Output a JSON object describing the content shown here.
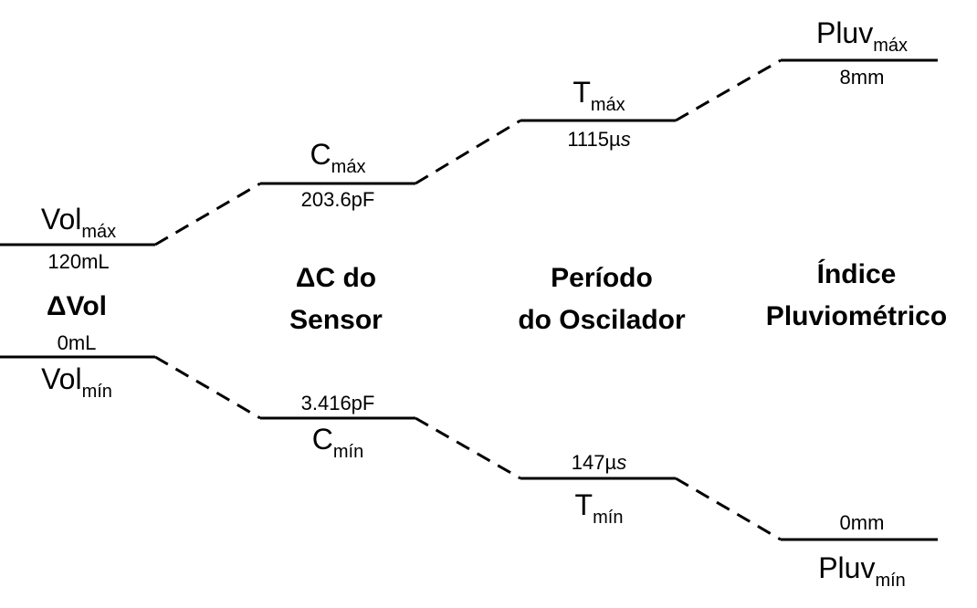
{
  "stages": [
    {
      "id": "vol",
      "heading": [
        "ΔVol"
      ],
      "max": {
        "symbol": "Vol",
        "sub": "máx",
        "value": "120mL"
      },
      "min": {
        "symbol": "Vol",
        "sub": "mín",
        "value": "0mL"
      }
    },
    {
      "id": "cap",
      "heading": [
        "ΔC do",
        "Sensor"
      ],
      "max": {
        "symbol": "C",
        "sub": "máx",
        "value": "203.6pF"
      },
      "min": {
        "symbol": "C",
        "sub": "mín",
        "value": "3.416pF"
      }
    },
    {
      "id": "period",
      "heading": [
        "Período",
        "do Oscilador"
      ],
      "max": {
        "symbol": "T",
        "sub": "máx",
        "value_num": "1115",
        "value_unit_mu": "µ",
        "value_unit_s": "s"
      },
      "min": {
        "symbol": "T",
        "sub": "mín",
        "value_num": "147",
        "value_unit_mu": "µ",
        "value_unit_s": "s"
      }
    },
    {
      "id": "pluv",
      "heading": [
        "Índice",
        "Pluviométrico"
      ],
      "max": {
        "symbol": "Pluv",
        "sub": "máx",
        "value": "8mm"
      },
      "min": {
        "symbol": "Pluv",
        "sub": "mín",
        "value": "0mm"
      }
    }
  ],
  "line_color": "#000000"
}
